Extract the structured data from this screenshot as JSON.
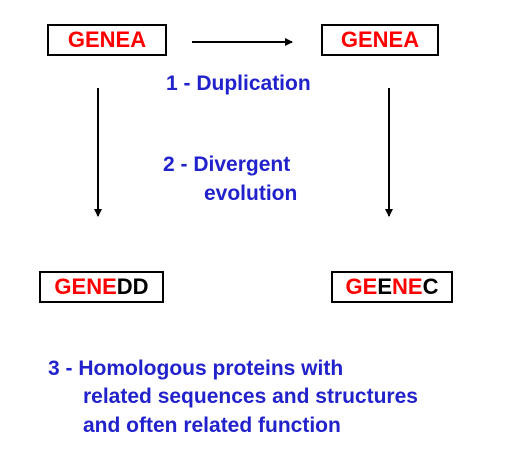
{
  "genes": {
    "source": {
      "label": "GENEA"
    },
    "duplicate": {
      "label": "GENEA"
    },
    "left_result": {
      "red": "GENE",
      "black": "DD"
    },
    "right_result": {
      "red1": "GE",
      "black1": "E",
      "red2": "NE",
      "black2": "C"
    }
  },
  "steps": {
    "step1": "1 - Duplication",
    "step2_line1": "2 - Divergent",
    "step2_line2": "evolution",
    "step3_line1": "3 - Homologous proteins with",
    "step3_line2": "related sequences and structures",
    "step3_line3": "and often related function"
  },
  "colors": {
    "gene_text": "#ff0000",
    "gene_suffix": "#000000",
    "step_text": "#2222cc",
    "arrow": "#000000"
  }
}
